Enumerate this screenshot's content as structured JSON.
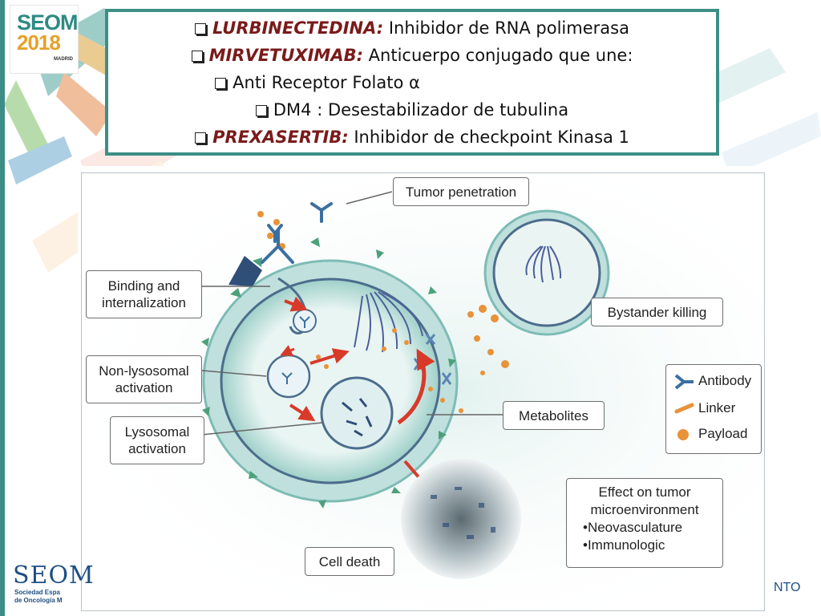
{
  "logo": {
    "word": "SEOM",
    "year": "2018",
    "city": "MADRID"
  },
  "title": {
    "lines": [
      {
        "keyword": "LURBINECTEDINA:",
        "text": " Inhibidor de RNA polimerasa"
      },
      {
        "keyword": "MIRVETUXIMAB:",
        "text": " Anticuerpo conjugado que une:"
      },
      {
        "keyword": "",
        "text": "Anti Receptor Folato α"
      },
      {
        "keyword": "",
        "text": "DM4 : Desestabilizador de tubulina"
      },
      {
        "keyword": "PREXASERTIB:",
        "text": " Inhibidor de checkpoint Kinasa 1"
      }
    ]
  },
  "figure": {
    "labels": {
      "tumor_penetration": "Tumor penetration",
      "binding_1": "Binding and",
      "binding_2": "internalization",
      "non_lyso_1": "Non-lysosomal",
      "non_lyso_2": "activation",
      "lyso_1": "Lysosomal",
      "lyso_2": "activation",
      "bystander": "Bystander killing",
      "metabolites": "Metabolites",
      "cell_death": "Cell death"
    },
    "legend": {
      "antibody": "Antibody",
      "linker": "Linker",
      "payload": "Payload"
    },
    "effect": {
      "heading_1": "Effect on tumor",
      "heading_2": "microenvironment",
      "item_1": "•Neovasculature",
      "item_2": "•Immunologic"
    },
    "colors": {
      "cell_fill": "#bfe0dc",
      "cell_edge": "#6fb1ab",
      "antibody": "#3b6fa0",
      "payload": "#e8923a",
      "arrow": "#d83a2a"
    }
  },
  "footer": {
    "seom_word": "SEOM",
    "seom_sub_1": "Sociedad Espa",
    "seom_sub_2": "de Oncología M",
    "right_fragment": "NTO"
  }
}
